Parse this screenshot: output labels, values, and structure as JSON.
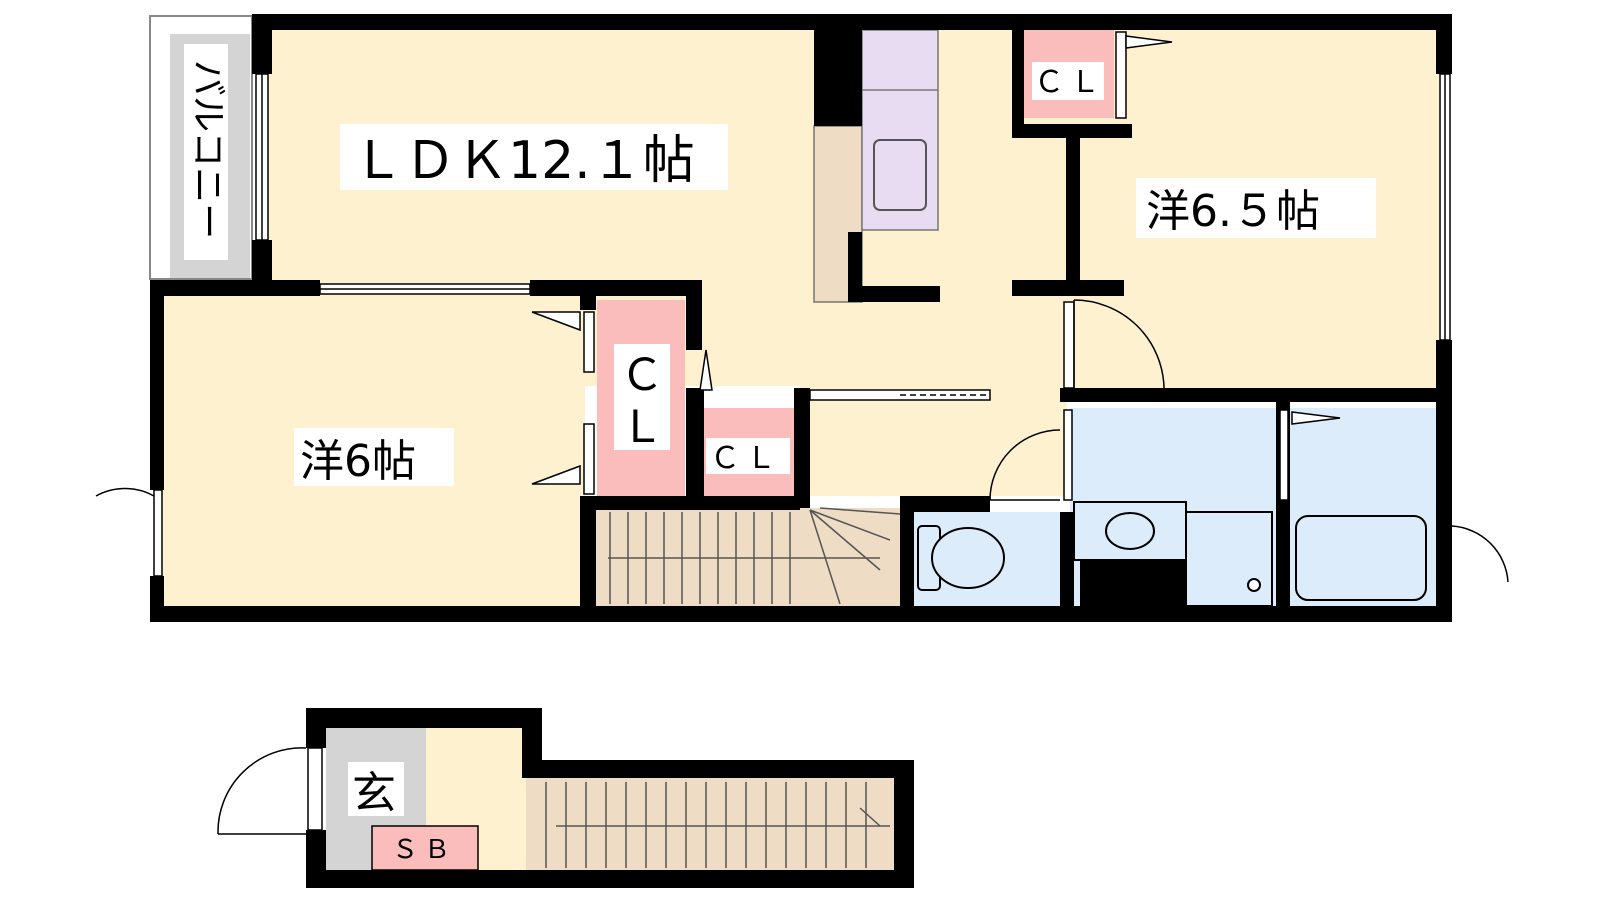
{
  "colors": {
    "room": "#fdf1cf",
    "closet": "#fbbcbc",
    "water": "#dcecfa",
    "stairs": "#efdcc4",
    "balcony": "#d4d4d4",
    "kitchen": "#e8dcf2",
    "counter": "#efdcc4",
    "wall": "#000000"
  },
  "labels": {
    "ldk": "ＬＤＫ12.１帖",
    "western_65": "洋6.５帖",
    "western_6": "洋6帖",
    "balcony": "バルコニー",
    "entrance": "玄",
    "shoe_box": "ＳＢ",
    "closet": "ＣＬ",
    "closet_v_top": "Ｃ",
    "closet_v_bottom": "Ｌ"
  }
}
